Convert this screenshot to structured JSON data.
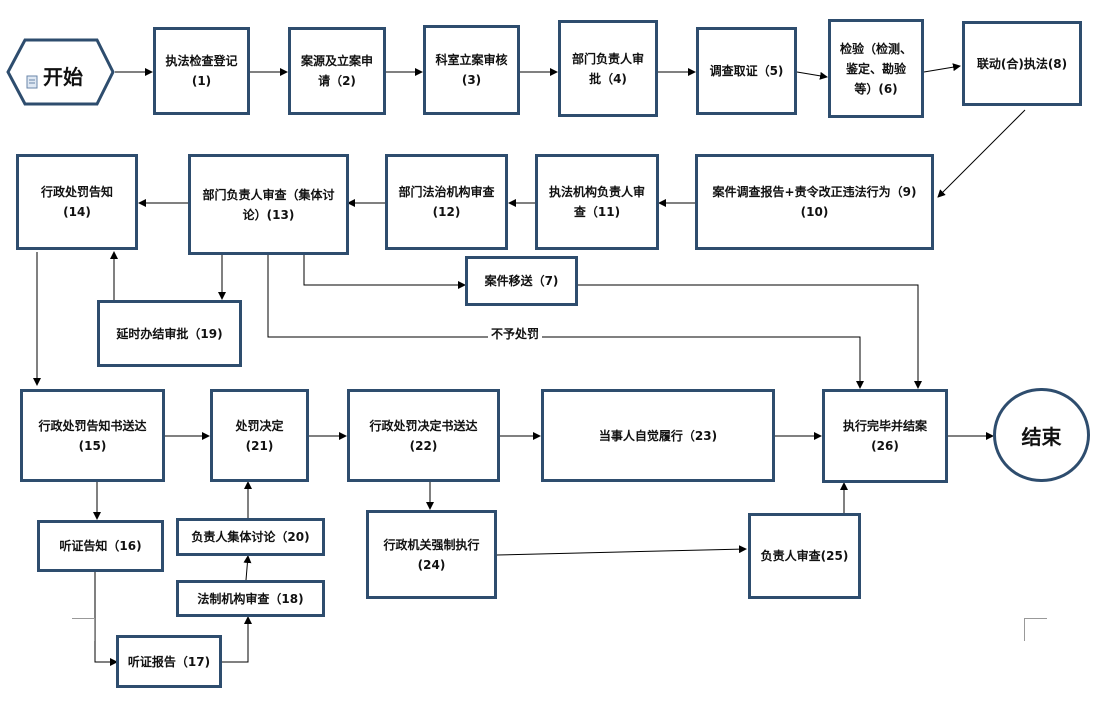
{
  "start_label": "开始",
  "end_label": "结束",
  "nodes": {
    "n1": "执法检查登记\n(1)",
    "n2": "案源及立案申\n请（2)",
    "n3": "科室立案审核\n(3)",
    "n4": "部门负责人审\n批（4)",
    "n5": "调查取证（5)",
    "n6": "检验（检测、\n鉴定、勘验\n等）(6)",
    "n8": "联动(合)执法(8)",
    "n9": "案件调查报告+责令改正违法行为（9)\n(10)",
    "n11": "执法机构负责人审\n查（11)",
    "n12": "部门法治机构审查\n(12)",
    "n13": "部门负责人审查（集体讨\n论）(13)",
    "n14": "行政处罚告知\n(14)",
    "n19": "延时办结审批（19)",
    "n7": "案件移送（7)",
    "n15": "行政处罚告知书送达\n(15)",
    "n21": "处罚决定\n(21)",
    "n22": "行政处罚决定书送达\n(22)",
    "n23": "当事人自觉履行（23)",
    "n26": "执行完毕并结案\n(26)",
    "n16": "听证告知（16)",
    "n20": "负责人集体讨论（20)",
    "n18": "法制机构审查（18)",
    "n17": "听证报告（17)",
    "n24": "行政机关强制执行\n(24)",
    "n25": "负责人审查(25)"
  },
  "edge_labels": {
    "no_penalty": "不予处罚"
  },
  "colors": {
    "box_border": "#2e4d6e",
    "line": "#000000"
  }
}
